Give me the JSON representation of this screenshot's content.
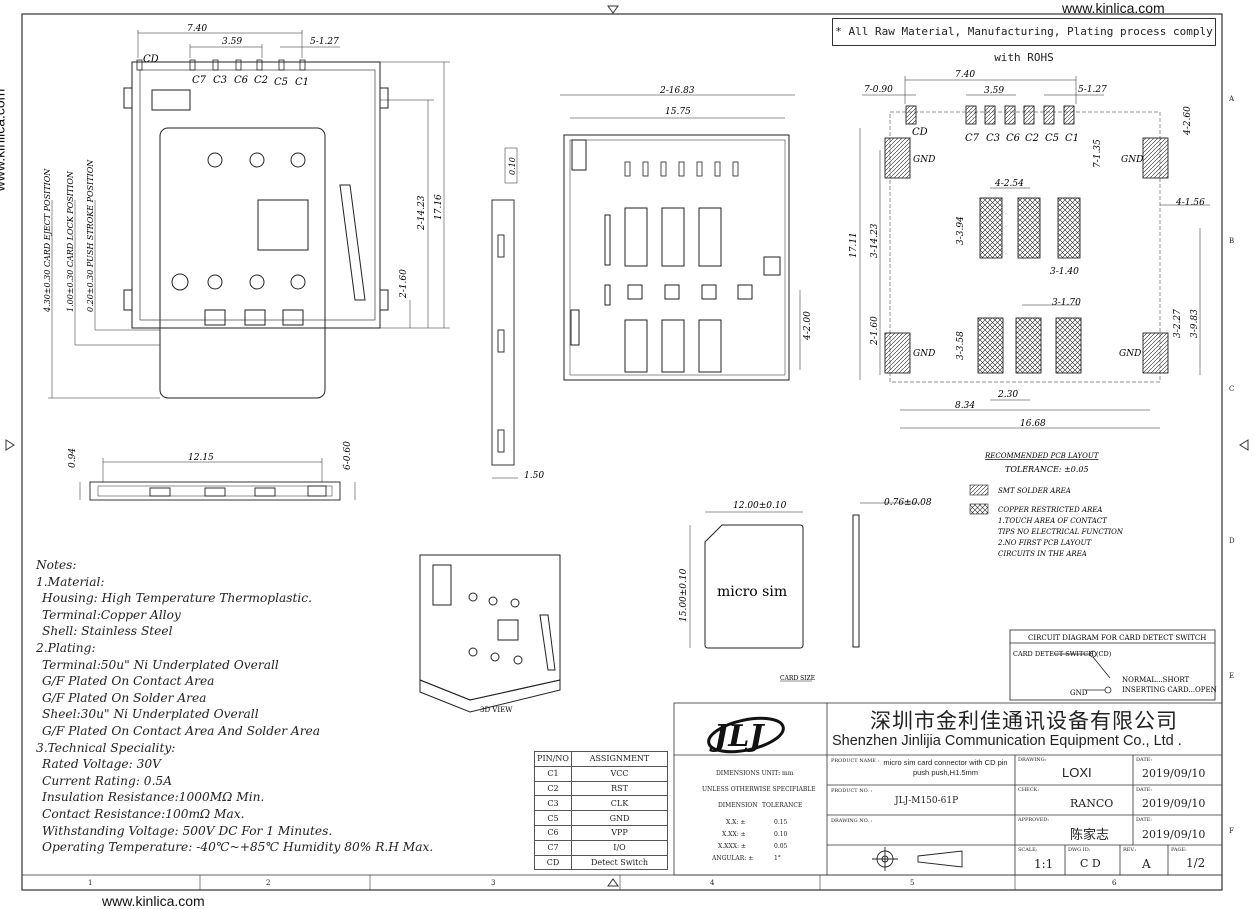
{
  "watermark": {
    "site": "www.kinlica.com"
  },
  "rohs_note": "* All Raw Material, Manufacturing, Plating process comply with ROHS",
  "front_view": {
    "dims": {
      "overall": "7.40",
      "mid": "3.59",
      "pitch": "5-1.27",
      "height": "17.16",
      "inner": "2-14.23",
      "small": "2-1.60"
    },
    "pins": [
      "CD",
      "C7",
      "C3",
      "C6",
      "C2",
      "C5",
      "C1"
    ],
    "positions": [
      "4.30±0.30 CARD EJECT POSITION",
      "1.00±0.30 CARD LOCK POSITION",
      "0.20±0.30 PUSH STROKE POSITION"
    ]
  },
  "bottom_view": {
    "width": "12.15",
    "height": "0.94",
    "pins": "6-0.60"
  },
  "top_view": {
    "outer": "2-16.83",
    "inner": "15.75",
    "side": "4-2.00"
  },
  "side_view": {
    "top": "0.10",
    "thickness": "1.50"
  },
  "pcb": {
    "dims": {
      "overall": "7.40",
      "left": "7-0.90",
      "mid": "3.59",
      "pitch": "5-1.27",
      "right": "4-2.60",
      "r1": "7-1.35",
      "r2": "4-1.56",
      "h1": "17.11",
      "h2": "3-14.23",
      "c1": "4-2.54",
      "c2": "3-3.94",
      "c3": "3-1.40",
      "c4": "3-1.70",
      "c5": "3-3.58",
      "c6": "3-2.27",
      "c7": "3-9.83",
      "g1": "2-1.60",
      "w1": "2.30",
      "w2": "8.34",
      "w3": "16.68"
    },
    "pins": [
      "CD",
      "C7",
      "C3",
      "C6",
      "C2",
      "C5",
      "C1"
    ],
    "gnd": "GND",
    "title": "RECOMMENDED PCB LAYOUT",
    "tolerance": "TOLERANCE: ±0.05",
    "legend1": "SMT SOLDER AREA",
    "legend2": [
      "COPPER RESTRICTED AREA",
      "1.TOUCH AREA OF CONTACT",
      "TIPS NO ELECTRICAL FUNCTION",
      "2.NO FIRST PCB LAYOUT",
      "CIRCUITS IN THE AREA"
    ]
  },
  "card": {
    "width": "12.00±0.10",
    "height": "15.00±0.10",
    "label": "micro sim",
    "thick": "0.76±0.08",
    "caption": "CARD SIZE"
  },
  "view3d_label": "3D VIEW",
  "notes": [
    "Notes:",
    "1.Material:",
    " Housing: High Temperature Thermoplastic.",
    " Terminal:Copper Alloy",
    " Shell: Stainless Steel",
    "2.Plating:",
    " Terminal:50u\" Ni Underplated Overall",
    " G/F Plated On Contact Area",
    " G/F Plated On Solder Area",
    " Sheel:30u\" Ni Underplated Overall",
    " G/F Plated On Contact Area And Solder Area",
    "3.Technical Speciality:",
    " Rated Voltage: 30V",
    " Current Rating: 0.5A",
    " Insulation Resistance:1000MΩ Min.",
    " Contact Resistance:100mΩ Max.",
    " Withstanding Voltage: 500V DC For 1 Minutes.",
    " Operating Temperature: -40℃~+85℃ Humidity 80% R.H Max."
  ],
  "pin_table": {
    "headers": [
      "PIN/NO",
      "ASSIGNMENT"
    ],
    "rows": [
      [
        "C1",
        "VCC"
      ],
      [
        "C2",
        "RST"
      ],
      [
        "C3",
        "CLK"
      ],
      [
        "C5",
        "GND"
      ],
      [
        "C6",
        "VPP"
      ],
      [
        "C7",
        "I/O"
      ],
      [
        "CD",
        "Detect Switch"
      ]
    ]
  },
  "circuit": {
    "title": "CIRCUIT DIAGRAM FOR CARD DETECT SWITCH",
    "left": "CARD DETECT SWITCH (CD)",
    "normal": "NORMAL...SHORT",
    "inserting": "INSERTING CARD...OPEN",
    "gnd": "GND"
  },
  "title_block": {
    "company_cn": "深圳市金利佳通讯设备有限公司",
    "company_en": "Shenzhen Jinlijia Communication Equipment Co., Ltd .",
    "logo": "JLJ",
    "dims_unit": "DIMENSIONS UNIT: mm",
    "unless": "UNLESS OTHERWISE SPECIFIABLE",
    "dimension": "DIMENSION",
    "tolerance": "TOLERANCE",
    "tol_rows": [
      [
        "X.X: ±",
        "0.15"
      ],
      [
        "X.XX: ±",
        "0.10"
      ],
      [
        "X.XXX: ±",
        "0.05"
      ],
      [
        "ANGULAR: ±",
        "1°"
      ]
    ],
    "product_name_label": "PRODUCT NAME :",
    "product_name": "micro sim card connector with CD pin push push,H1.5mm",
    "product_no_label": "PRODUCT NO. :",
    "product_no": "JLJ-M150-61P",
    "drawing_no_label": "DRAWING NO. :",
    "drawing_label": "DRAWING:",
    "drawing": "LOXI",
    "check_label": "CHECK:",
    "check": "RANCO",
    "approved_label": "APPROVED:",
    "approved": "陈家志",
    "date_label": "DATE:",
    "date": "2019/09/10",
    "scale_label": "SCALE:",
    "scale": "1:1",
    "dwg_label": "DWG ID:",
    "dwg": "C D",
    "rev_label": "REV.:",
    "rev": "A",
    "page_label": "PAGE:",
    "page": "1/2"
  },
  "border": {
    "cols": [
      "1",
      "2",
      "3",
      "4",
      "5",
      "6"
    ],
    "rows": [
      "A",
      "B",
      "C",
      "D",
      "E",
      "F"
    ]
  }
}
